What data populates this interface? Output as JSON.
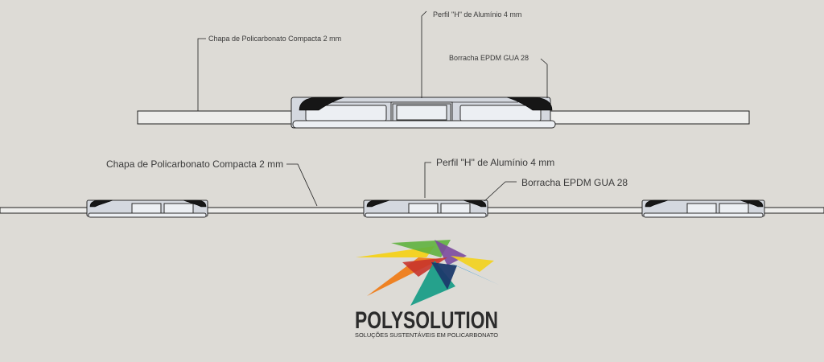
{
  "diagram": {
    "top_labels": {
      "sheet": "Chapa de Policarbonato Compacta 2 mm",
      "profile": "Perfil \"H\" de Alumínio 4 mm",
      "rubber": "Borracha EPDM GUA 28"
    },
    "bottom_labels": {
      "sheet": "Chapa de Policarbonato Compacta 2 mm",
      "profile": "Perfil \"H\" de Alumínio 4 mm",
      "rubber": "Borracha EPDM GUA 28"
    }
  },
  "logo": {
    "name": "POLYSOLUTION",
    "tagline": "SOLUÇÕES SUSTENTÁVEIS EM POLICARBONATO",
    "colors": {
      "yellow": "#f3d21b",
      "orange": "#ee7d1a",
      "red": "#c8342b",
      "purple": "#7b4a9e",
      "teal": "#1a9e88",
      "blue": "#1a8ed6",
      "navy": "#1b3a6b",
      "green": "#5fb13f",
      "text": "#2b2b2b"
    }
  },
  "colors": {
    "background": "#dddbd6",
    "sheet": "#ededeb",
    "aluminum": "#d4d8df",
    "rubber": "#161616"
  }
}
